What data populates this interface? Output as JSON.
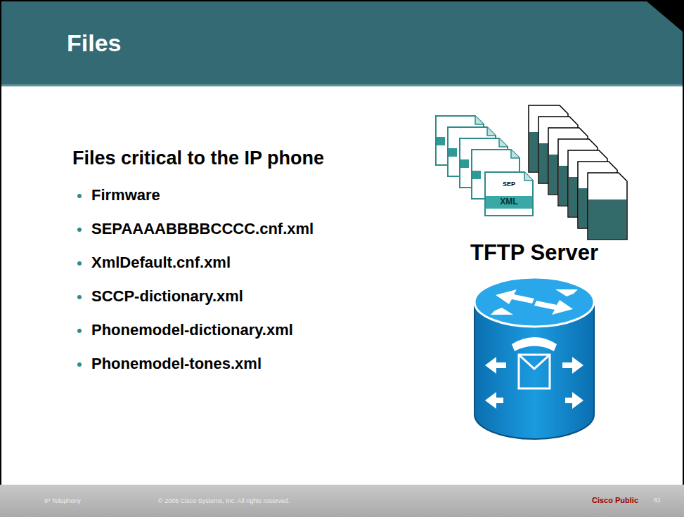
{
  "diagram": {
    "title": "Files",
    "nodes": [
      {
        "text": [
          "SEP",
          "XML"
        ]
      }
    ],
    "labels": [
      "Files critical to the IP phone",
      "Firmware",
      "SEPAAAABBBBCCCC.cnf.xml",
      "XmlDefault.cnf.xml",
      "SCCP-dictionary.xml",
      "Phonemodel-dictionary.xml",
      "Phonemodel-tones.xml",
      "TFTP Server",
      "IP Telephony",
      "© 2005 Cisco Systems, Inc. All rights reserved.",
      "Cisco Public",
      "61"
    ]
  }
}
